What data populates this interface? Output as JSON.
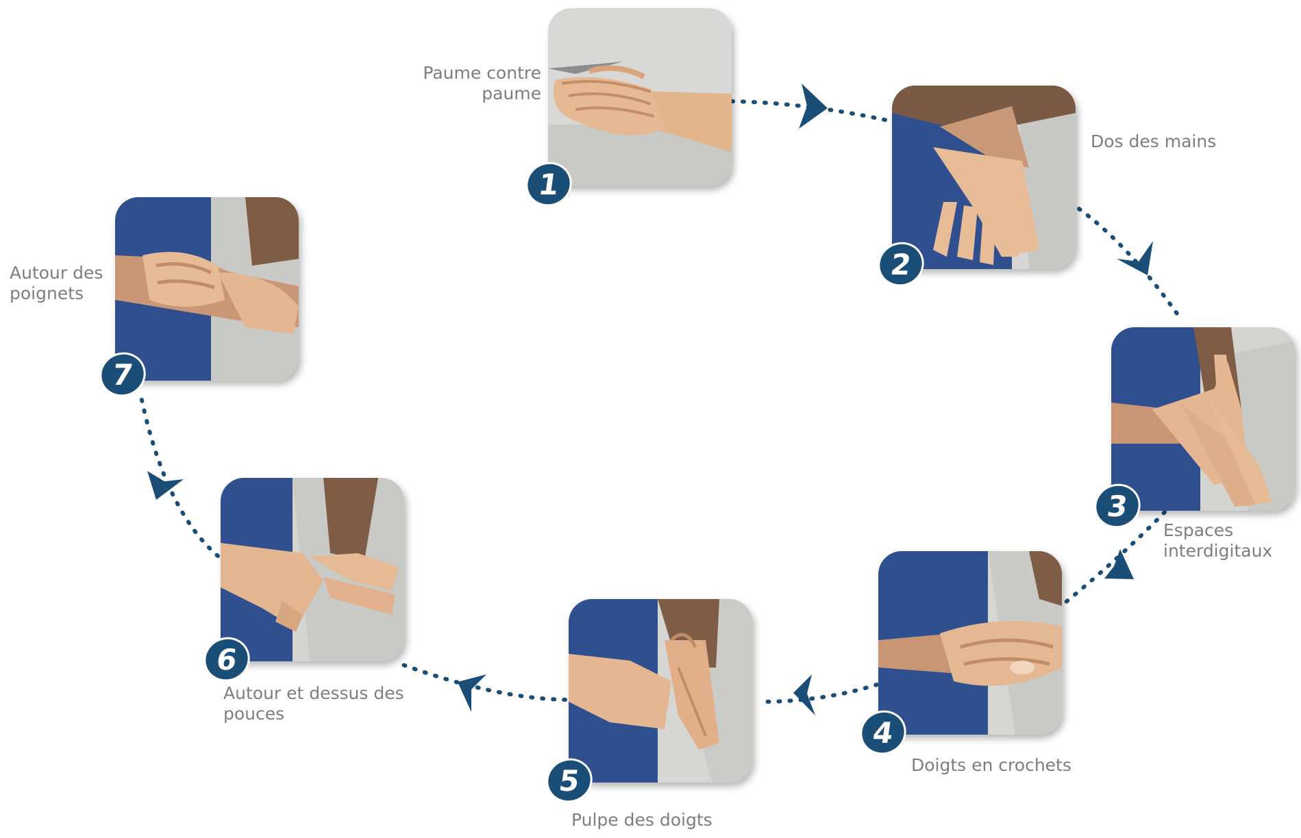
{
  "steps": [
    {
      "number": "1",
      "label_lines": [
        "Paume contre",
        "paume"
      ]
    },
    {
      "number": "2",
      "label_lines": [
        "Dos des mains"
      ]
    },
    {
      "number": "3",
      "label_lines": [
        "Espaces",
        "interdigitaux"
      ]
    },
    {
      "number": "4",
      "label_lines": [
        "Doigts en crochets"
      ]
    },
    {
      "number": "5",
      "label_lines": [
        "Pulpe des doigts"
      ]
    },
    {
      "number": "6",
      "label_lines": [
        "Autour et dessus des",
        "pouces"
      ]
    },
    {
      "number": "7",
      "label_lines": [
        "Autour des",
        "poignets"
      ]
    }
  ],
  "colors": {
    "accent": "#1b4e76",
    "label_text": "#7e7e7e",
    "apron": "#2f4f8f",
    "skin": "#e3b58c",
    "background_wall": "#d8d8d6"
  },
  "icons": {
    "connector": "dotted-arrow-icon",
    "photo": "hand-washing-photo"
  }
}
